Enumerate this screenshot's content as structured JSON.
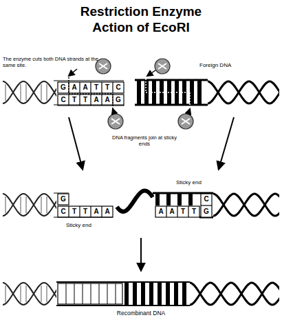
{
  "diagram": {
    "title": "Restriction Enzyme Action of EcoRI",
    "caption": "Recombinant DNA",
    "labels": [
      "The enzyme cuts both DNA strands at the same site.",
      "G",
      "A",
      "A",
      "T",
      "T",
      "C",
      "C",
      "T",
      "T",
      "A",
      "A",
      "G",
      "Foreign DNA",
      "DNA fragments join at sticky ends",
      "Sticky end",
      "G",
      "C",
      "T",
      "T",
      "A",
      "A",
      "Sticky end",
      "A",
      "A",
      "T",
      "T",
      "C",
      "G"
    ]
  }
}
